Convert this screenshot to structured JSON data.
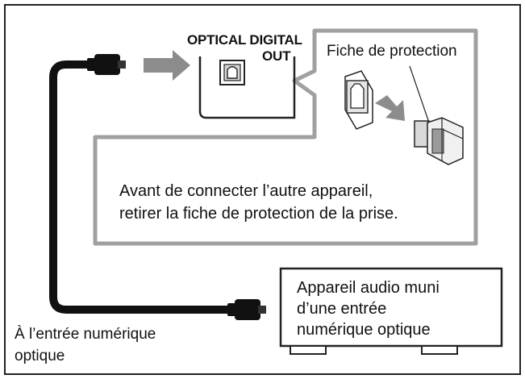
{
  "diagram": {
    "port": {
      "line1": "OPTICAL DIGITAL",
      "line2": "OUT"
    },
    "callout_label": "Fiche de protection",
    "instruction": {
      "line1": "Avant de connecter l’autre appareil,",
      "line2": "retirer la fiche de protection de la prise."
    },
    "device": {
      "line1": "Appareil audio muni",
      "line2": "d’une entrée",
      "line3": "numérique optique"
    },
    "cable_label": {
      "line1": "À l’entrée numérique",
      "line2": "optique"
    },
    "colors": {
      "cable": "#111111",
      "arrow": "#8c8c8c",
      "callout_border": "#a0a0a0",
      "frame": "#222222"
    }
  }
}
